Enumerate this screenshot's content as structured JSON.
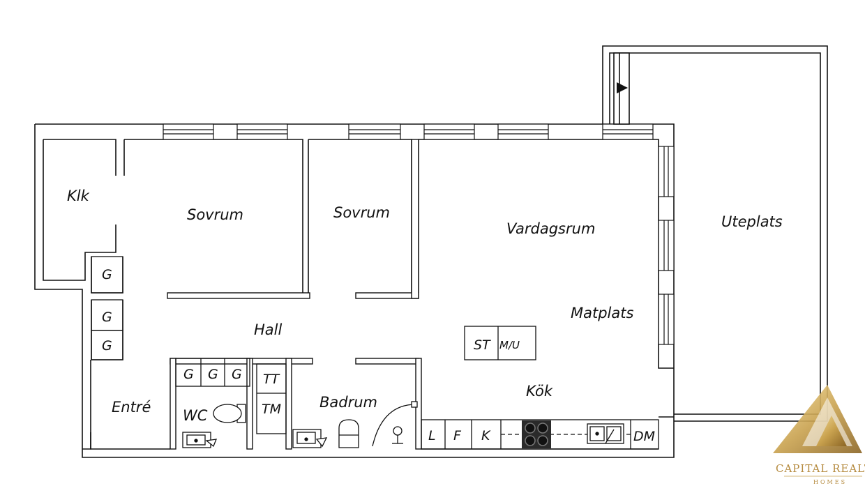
{
  "rooms": {
    "klk": "Klk",
    "sovrum_1": "Sovrum",
    "sovrum_2": "Sovrum",
    "vardagsrum": "Vardagsrum",
    "uteplats": "Uteplats",
    "matplats": "Matplats",
    "hall": "Hall",
    "entre": "Entré",
    "wc": "WC",
    "badrum": "Badrum",
    "kok": "Kök"
  },
  "fixtures": {
    "g_1": "G",
    "g_2": "G",
    "g_3": "G",
    "g_4": "G",
    "g_5": "G",
    "g_6": "G",
    "tt": "TT",
    "tm": "TM",
    "st": "ST",
    "mu": "M/U",
    "l": "L",
    "f": "F",
    "k": "K",
    "dm": "DM"
  },
  "logo": {
    "name": "CAPITAL REALTI",
    "tagline": "HOMES"
  },
  "colors": {
    "wall": "#111111",
    "logo_gold": "#c9a24f",
    "stove": "#2a2a2a"
  }
}
